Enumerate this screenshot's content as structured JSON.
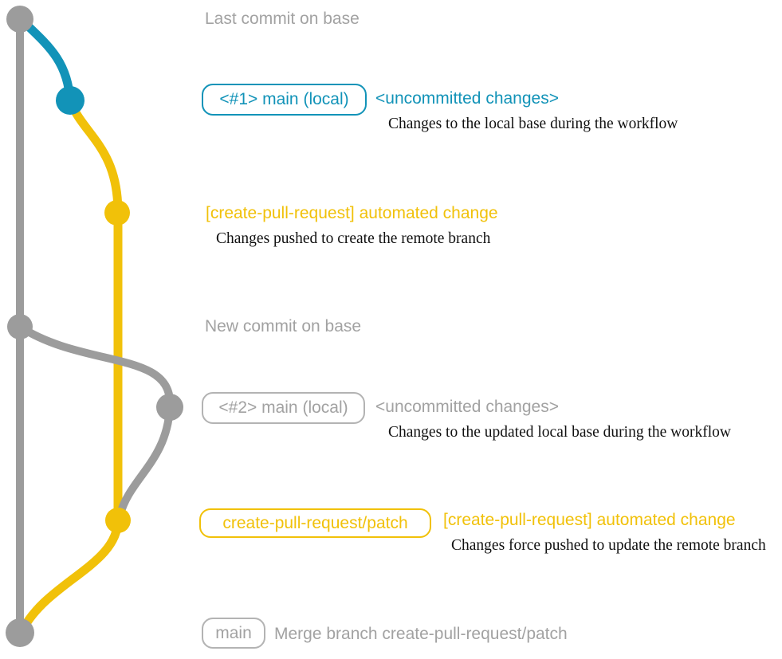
{
  "colors": {
    "base_gray": "#9c9c9c",
    "branch_blue": "#1293b8",
    "branch_yellow": "#f1c109",
    "gray_text": "#a2a2a2",
    "badge_gray": "#b3b3b3",
    "desc_black": "#111111"
  },
  "graph": {
    "branches": [
      "base",
      "main (local)",
      "create-pull-request/patch"
    ],
    "commit_dots": [
      "last-commit-on-base",
      "uncommitted-changes-1",
      "automated-change-1",
      "new-commit-on-base",
      "uncommitted-changes-2",
      "automated-change-2",
      "merge-commit"
    ]
  },
  "sections": {
    "last_commit": {
      "heading": "Last commit on base"
    },
    "uncommitted_1": {
      "badge": "<#1> main (local)",
      "title": "<uncommitted changes>",
      "description": "Changes to the local base during the workflow"
    },
    "automated_1": {
      "title": "[create-pull-request] automated change",
      "description": "Changes pushed to create the remote branch"
    },
    "new_commit": {
      "heading": "New commit on base"
    },
    "uncommitted_2": {
      "badge": "<#2> main (local)",
      "title": "<uncommitted changes>",
      "description": "Changes to the updated local base during the workflow"
    },
    "automated_2": {
      "badge": "create-pull-request/patch",
      "title": "[create-pull-request] automated change",
      "description": "Changes force pushed to update the remote branch"
    },
    "merge": {
      "badge": "main",
      "message": "Merge branch create-pull-request/patch"
    }
  }
}
